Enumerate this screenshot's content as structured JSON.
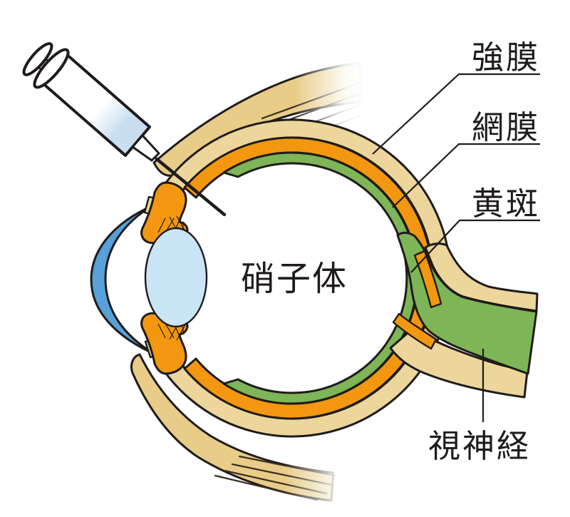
{
  "labels": {
    "sclera": "強膜",
    "retina": "網膜",
    "macula": "黄斑",
    "vitreous_body": "硝子体",
    "optic_nerve": "視神経"
  },
  "colors": {
    "sclera_tan": "#ECD69B",
    "muscle_tan": "#E8CC87",
    "choroid_orange": "#F2970F",
    "retina_green": "#7EB557",
    "cornea_blue": "#57A1D8",
    "lens_blue": "#C9E5F6",
    "syringe_liquid": "#C9DEF1",
    "outline": "#1F1B1C"
  }
}
